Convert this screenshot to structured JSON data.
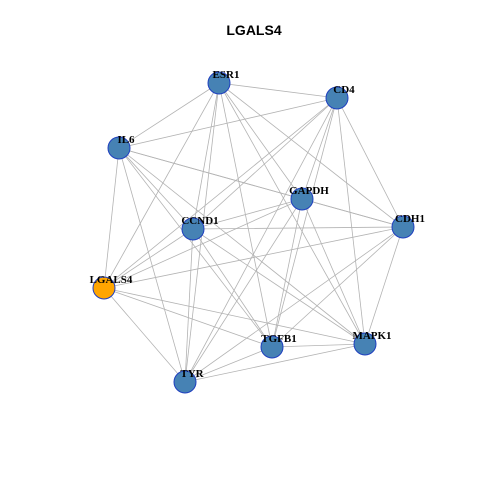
{
  "title": "LGALS4",
  "colors": {
    "node_default": "#4682b4",
    "node_highlight": "#ffa500",
    "node_border": "#1f3fbf",
    "edge": "#b3b3b3"
  },
  "nodes": [
    {
      "id": "ESR1",
      "label": "ESR1",
      "highlight": false
    },
    {
      "id": "CD4",
      "label": "CD4",
      "highlight": false
    },
    {
      "id": "IL6",
      "label": "IL6",
      "highlight": false
    },
    {
      "id": "GAPDH",
      "label": "GAPDH",
      "highlight": false
    },
    {
      "id": "CCND1",
      "label": "CCND1",
      "highlight": false
    },
    {
      "id": "CDH1",
      "label": "CDH1",
      "highlight": false
    },
    {
      "id": "LGALS4",
      "label": "LGALS4",
      "highlight": true
    },
    {
      "id": "MAPK1",
      "label": "MAPK1",
      "highlight": false
    },
    {
      "id": "TGFB1",
      "label": "TGFB1",
      "highlight": false
    },
    {
      "id": "TYR",
      "label": "TYR",
      "highlight": false
    }
  ],
  "edges": [
    [
      "ESR1",
      "CD4"
    ],
    [
      "ESR1",
      "IL6"
    ],
    [
      "ESR1",
      "CCND1"
    ],
    [
      "ESR1",
      "TGFB1"
    ],
    [
      "ESR1",
      "TYR"
    ],
    [
      "ESR1",
      "GAPDH"
    ],
    [
      "ESR1",
      "MAPK1"
    ],
    [
      "ESR1",
      "CDH1"
    ],
    [
      "ESR1",
      "LGALS4"
    ],
    [
      "CD4",
      "IL6"
    ],
    [
      "CD4",
      "CCND1"
    ],
    [
      "CD4",
      "GAPDH"
    ],
    [
      "CD4",
      "CDH1"
    ],
    [
      "CD4",
      "MAPK1"
    ],
    [
      "CD4",
      "TGFB1"
    ],
    [
      "CD4",
      "TYR"
    ],
    [
      "CD4",
      "LGALS4"
    ],
    [
      "IL6",
      "GAPDH"
    ],
    [
      "IL6",
      "CCND1"
    ],
    [
      "IL6",
      "TGFB1"
    ],
    [
      "IL6",
      "TYR"
    ],
    [
      "IL6",
      "MAPK1"
    ],
    [
      "IL6",
      "LGALS4"
    ],
    [
      "IL6",
      "CDH1"
    ],
    [
      "GAPDH",
      "CCND1"
    ],
    [
      "GAPDH",
      "CDH1"
    ],
    [
      "GAPDH",
      "MAPK1"
    ],
    [
      "GAPDH",
      "TGFB1"
    ],
    [
      "GAPDH",
      "TYR"
    ],
    [
      "GAPDH",
      "LGALS4"
    ],
    [
      "CCND1",
      "CDH1"
    ],
    [
      "CCND1",
      "MAPK1"
    ],
    [
      "CCND1",
      "TGFB1"
    ],
    [
      "CCND1",
      "TYR"
    ],
    [
      "CCND1",
      "LGALS4"
    ],
    [
      "CDH1",
      "MAPK1"
    ],
    [
      "CDH1",
      "TGFB1"
    ],
    [
      "CDH1",
      "TYR"
    ],
    [
      "CDH1",
      "LGALS4"
    ],
    [
      "LGALS4",
      "TGFB1"
    ],
    [
      "LGALS4",
      "MAPK1"
    ],
    [
      "LGALS4",
      "TYR"
    ],
    [
      "MAPK1",
      "TGFB1"
    ],
    [
      "MAPK1",
      "TYR"
    ],
    [
      "TGFB1",
      "TYR"
    ]
  ]
}
